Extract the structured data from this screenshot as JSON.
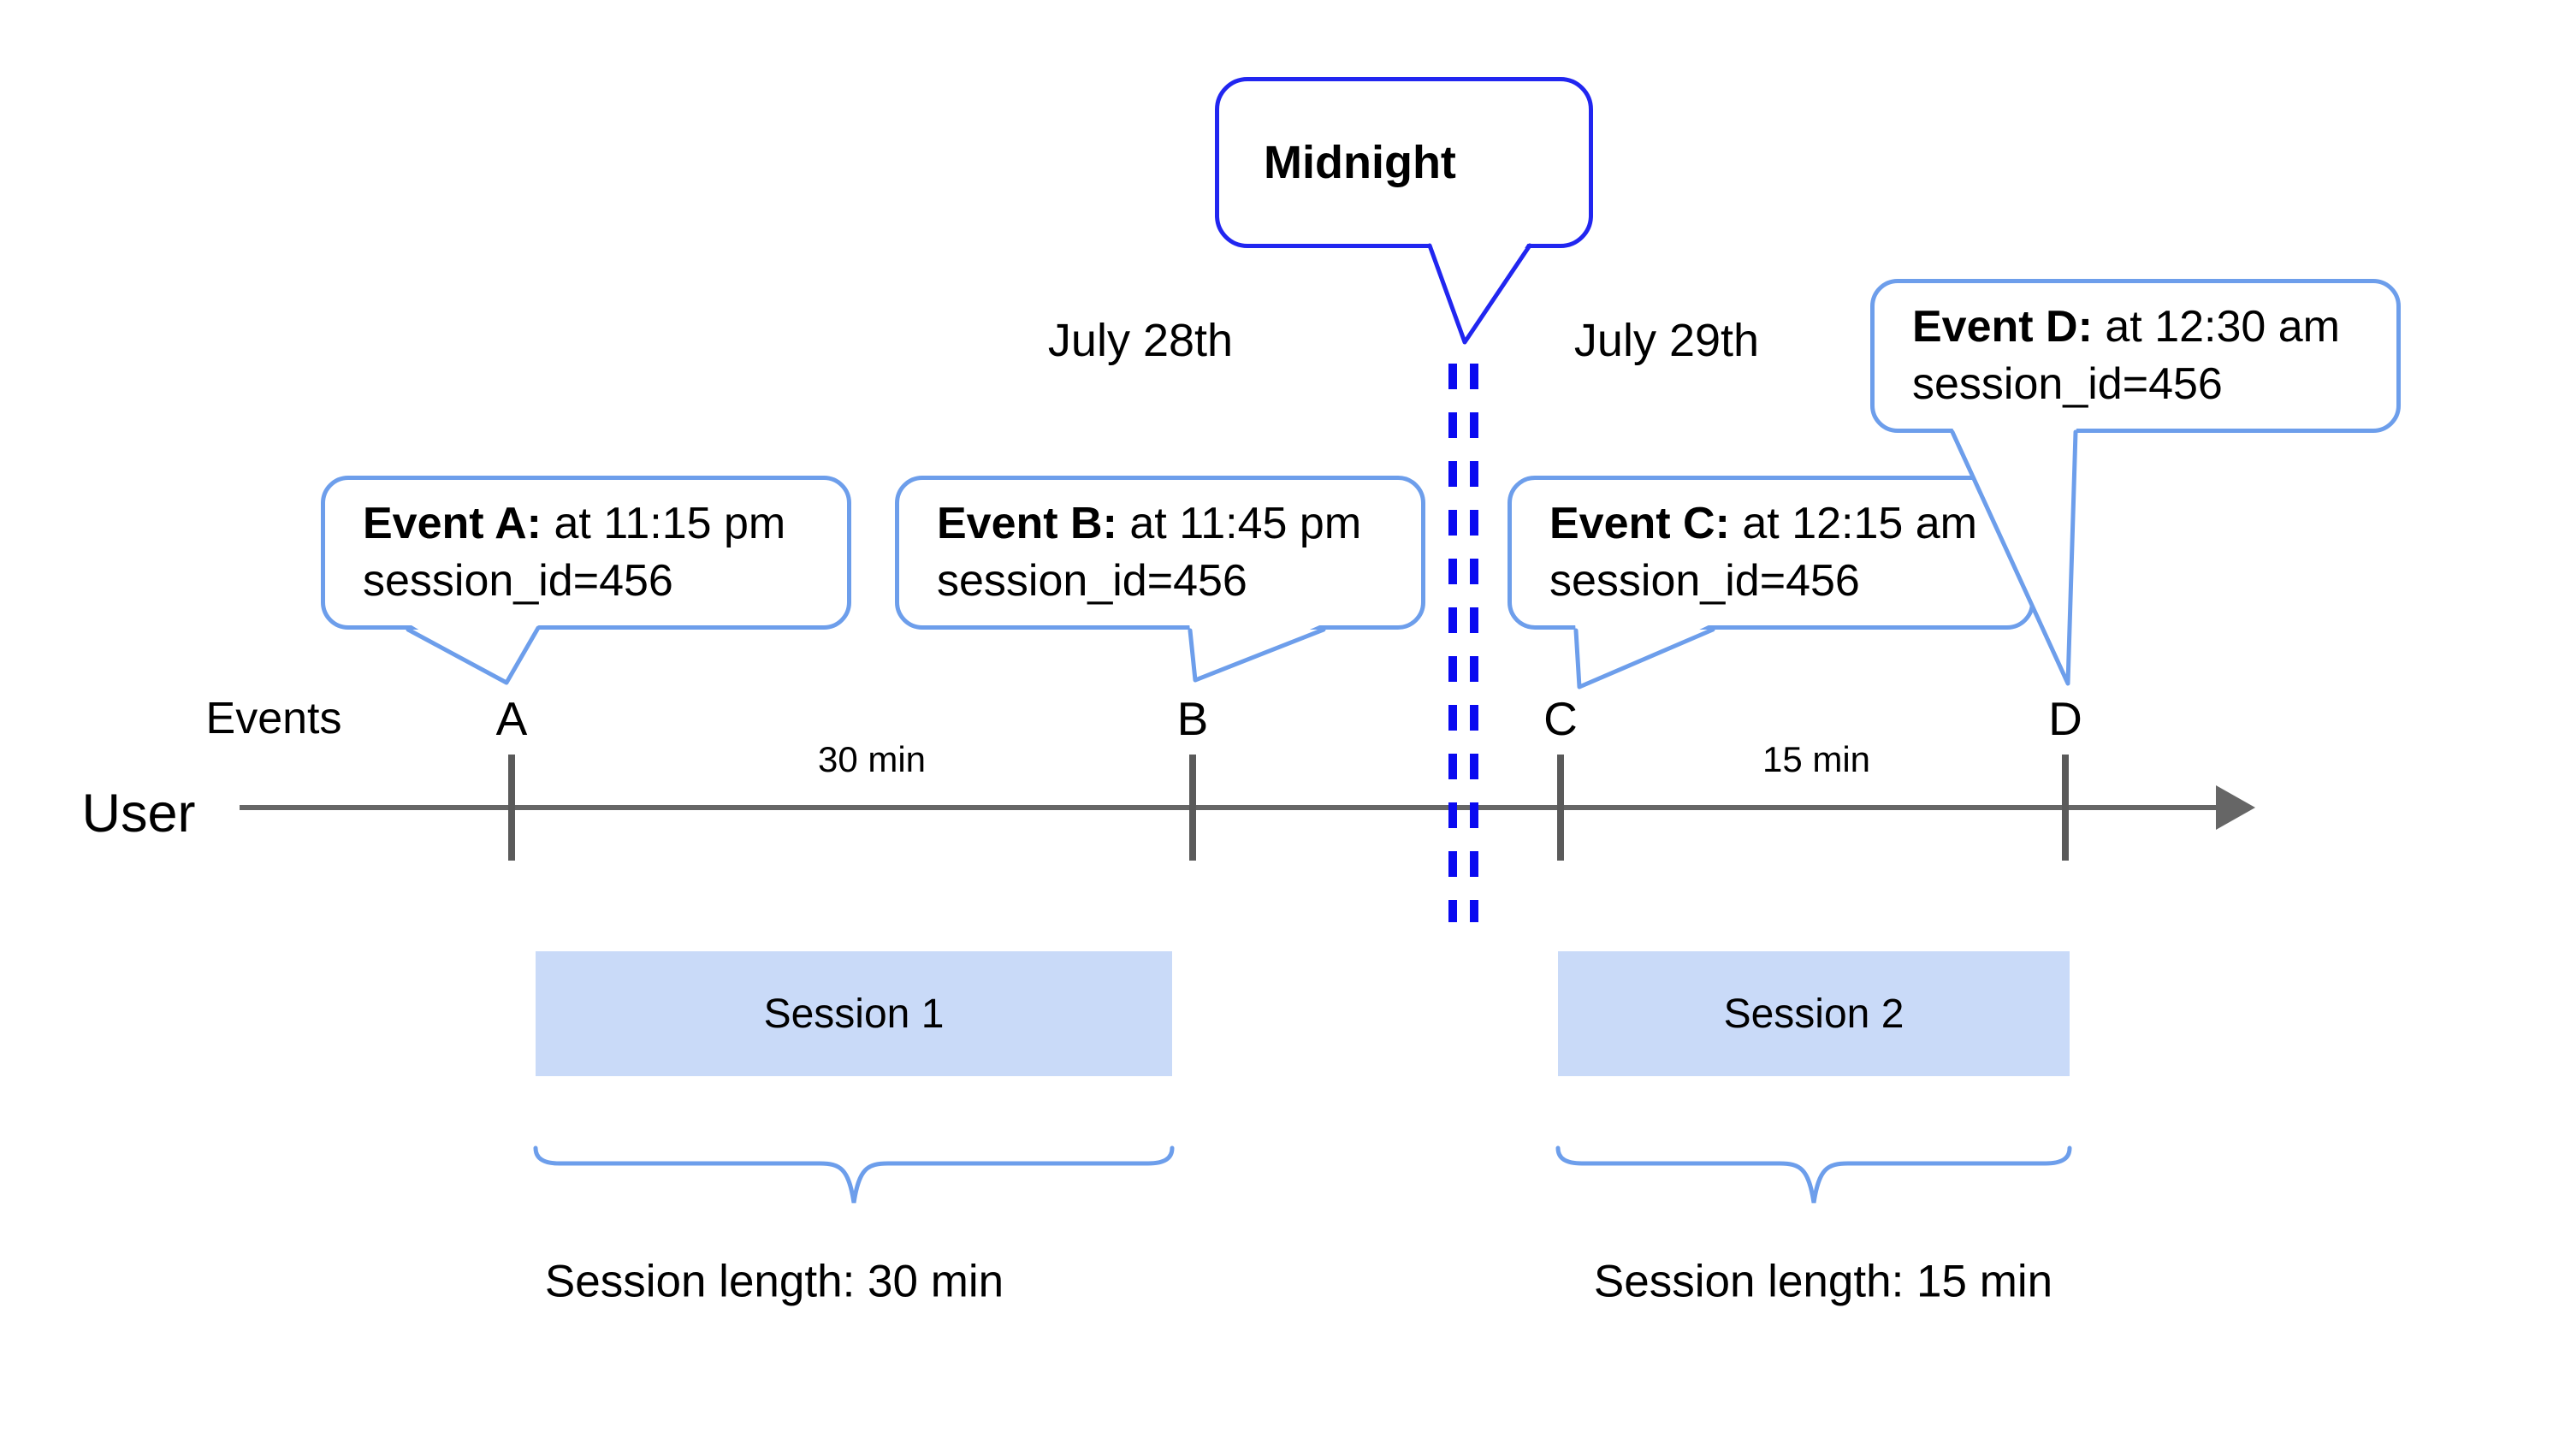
{
  "colors": {
    "midnight_blue": "#2126f0",
    "dash_blue": "#0a0af0",
    "callout_blue": "#6d9eeb",
    "session_fill": "#c9daf8",
    "line_gray": "#666666",
    "tick_gray": "#5a5a5a",
    "text": "#000000"
  },
  "timeline": {
    "user_label": "User",
    "events_label": "Events",
    "dates": {
      "before": "July 28th",
      "after": "July 29th"
    },
    "midnight": {
      "label": "Midnight"
    },
    "intervals": [
      {
        "label": "30 min"
      },
      {
        "label": "15 min"
      }
    ]
  },
  "events": [
    {
      "letter": "A",
      "title": "Event A:",
      "time": "at 11:15 pm",
      "session_id": "session_id=456"
    },
    {
      "letter": "B",
      "title": "Event B:",
      "time": "at 11:45 pm",
      "session_id": "session_id=456"
    },
    {
      "letter": "C",
      "title": "Event C:",
      "time": "at 12:15 am",
      "session_id": "session_id=456"
    },
    {
      "letter": "D",
      "title": "Event D:",
      "time": "at 12:30 am",
      "session_id": "session_id=456"
    }
  ],
  "sessions": [
    {
      "label": "Session 1",
      "length": "Session length: 30 min"
    },
    {
      "label": "Session 2",
      "length": "Session length: 15 min"
    }
  ]
}
